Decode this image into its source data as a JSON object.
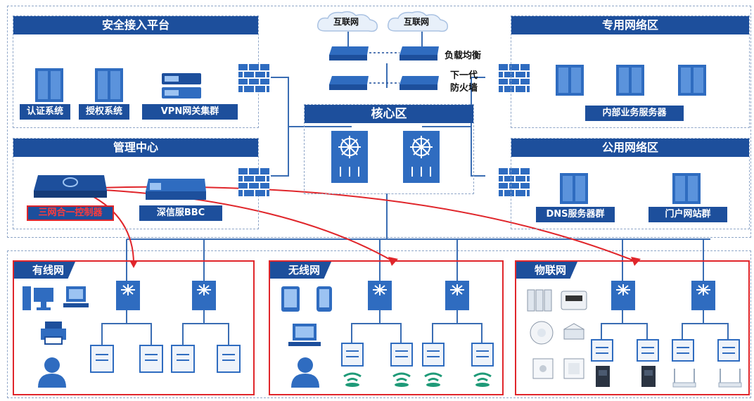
{
  "top_area": {
    "security_platform": {
      "title": "安全接入平台",
      "items": [
        "认证系统",
        "授权系统",
        "VPN网关集群"
      ]
    },
    "management_center": {
      "title": "管理中心",
      "items": [
        "三网合一控制器",
        "深信服BBC"
      ]
    },
    "internet_labels": [
      "互联网",
      "互联网"
    ],
    "load_balance_label": "负载均衡",
    "ngfw_label": [
      "下一代",
      "防火墙"
    ],
    "core_zone": {
      "title": "核心区"
    },
    "private_zone": {
      "title": "专用网络区",
      "items": [
        "内部业务服务器"
      ]
    },
    "public_zone": {
      "title": "公用网络区",
      "items": [
        "DNS服务器群",
        "门户网站群"
      ]
    }
  },
  "bottom_area": {
    "wired": {
      "title": "有线网"
    },
    "wireless": {
      "title": "无线网"
    },
    "iot": {
      "title": "物联网"
    }
  },
  "colors": {
    "brand_blue": "#1d4f9c",
    "alert_red": "#e0262b",
    "line_blue": "#3a6db3"
  }
}
